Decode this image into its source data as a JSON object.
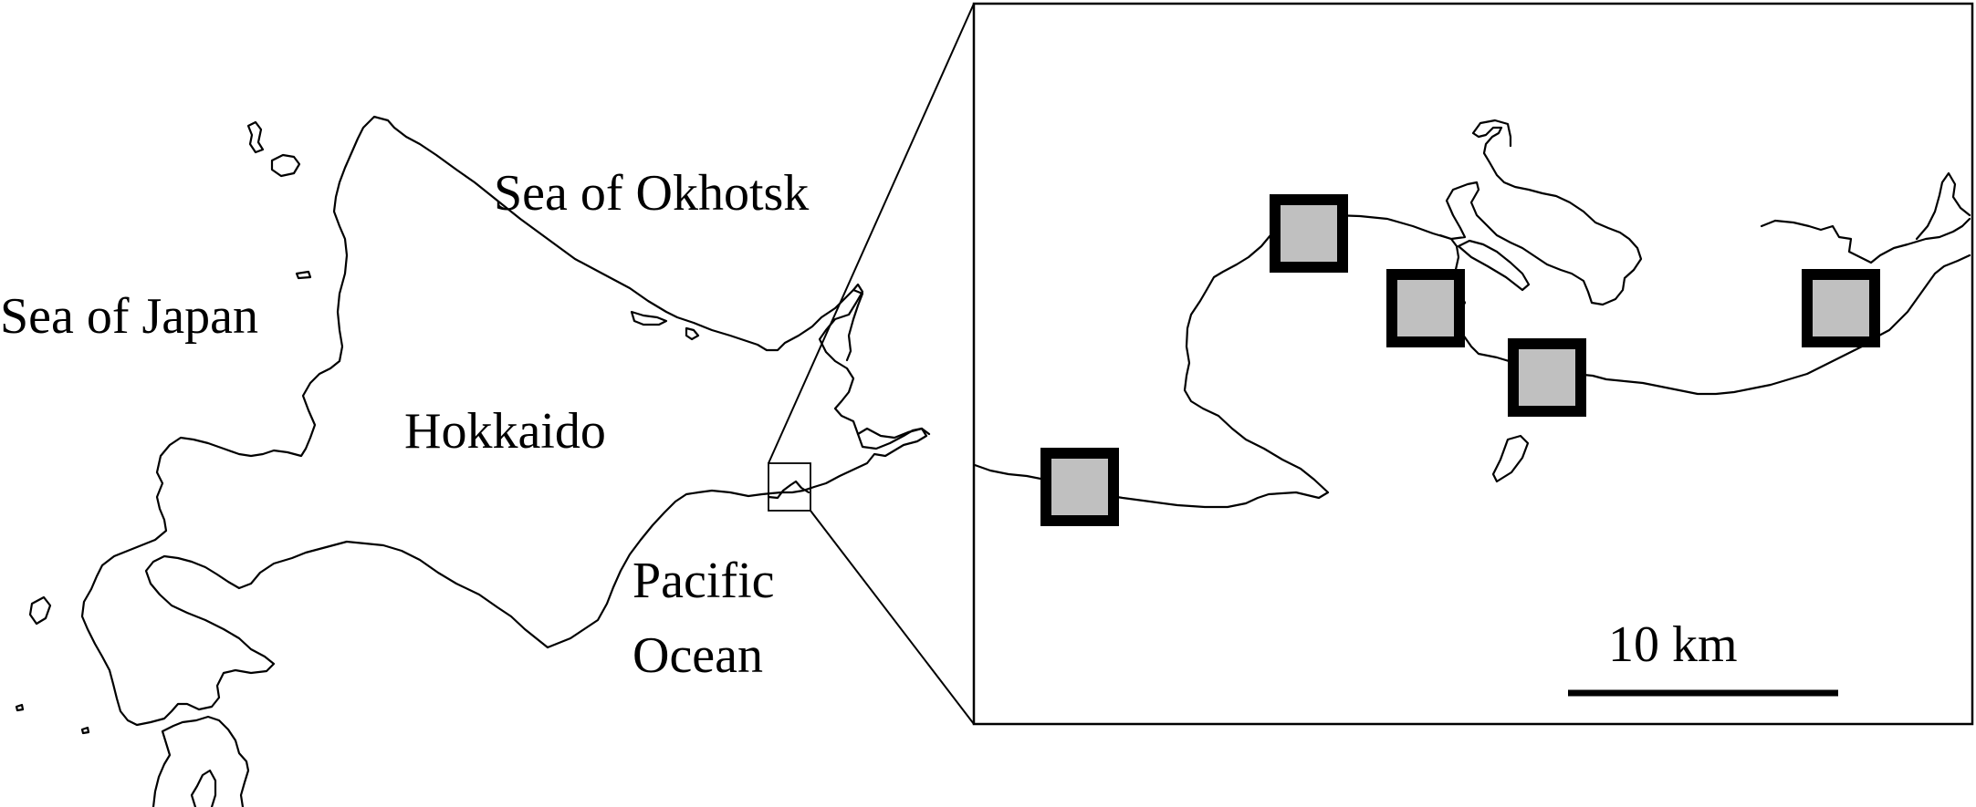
{
  "map": {
    "labels": {
      "sea_of_okhotsk": "Sea of Okhotsk",
      "sea_of_japan": "Sea of Japan",
      "hokkaido": "Hokkaido",
      "pacific_line1": "Pacific",
      "pacific_line2": "Ocean"
    },
    "scale_bar": {
      "label": "10 km"
    },
    "site_marker_count": 5,
    "colors": {
      "marker_fill": "#c0c0c0",
      "marker_border": "#000000",
      "coastline": "#000000",
      "background": "#ffffff"
    }
  }
}
